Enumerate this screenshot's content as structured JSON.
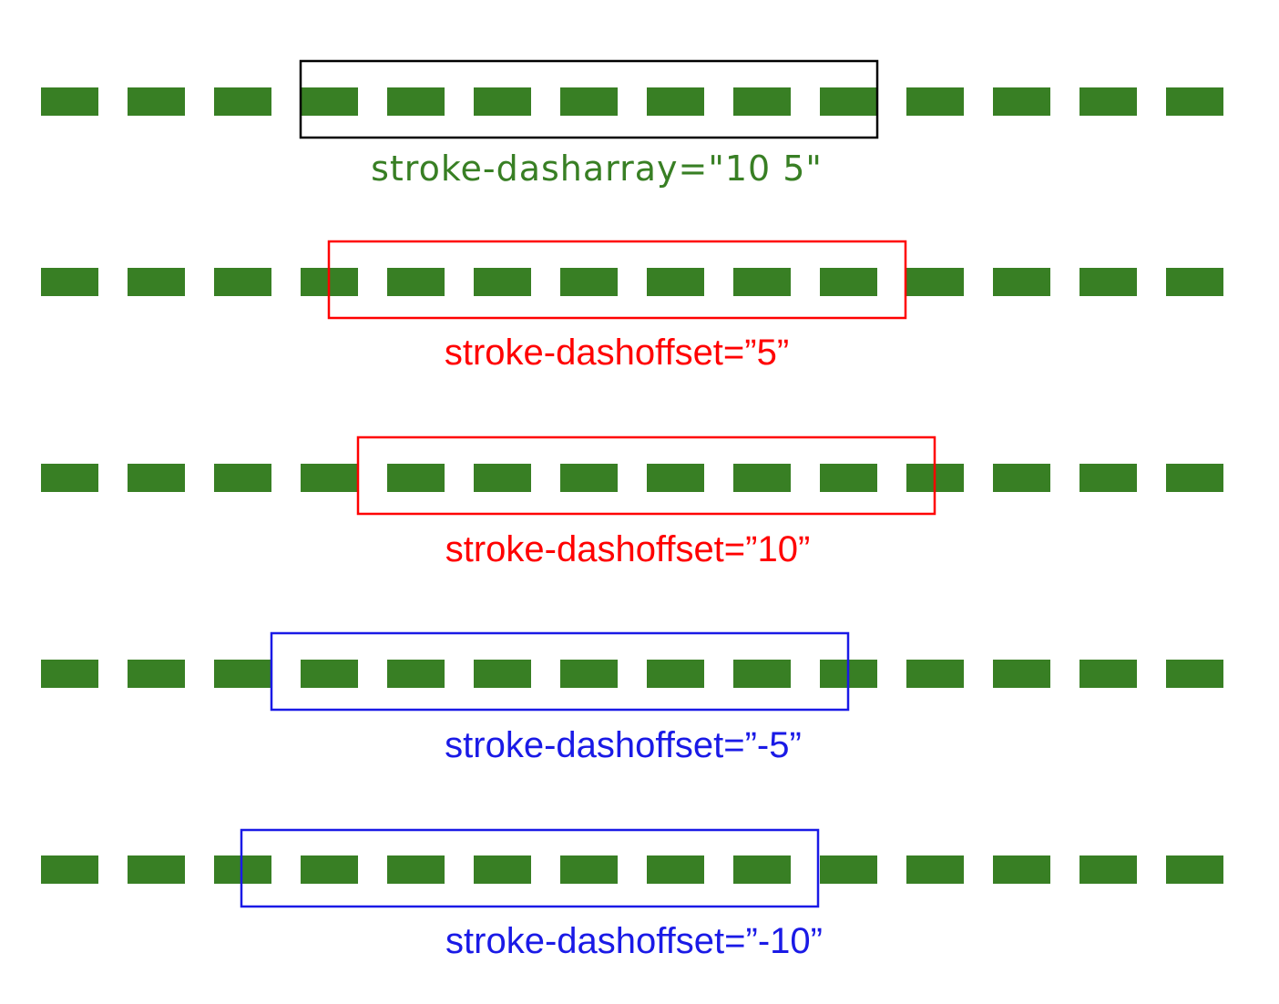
{
  "colors": {
    "dash": "#387f24",
    "base_frame": "#000000",
    "positive_offset": "#ff0000",
    "negative_offset": "#1a1ae6",
    "base_caption": "#387f24"
  },
  "rows": [
    {
      "caption": "stroke-dasharray=\"10 5\"",
      "offset": 0,
      "frame_color": "#000000",
      "caption_color": "#387f24"
    },
    {
      "caption": "stroke-dashoffset=”5”",
      "offset": 5,
      "frame_color": "#ff0000",
      "caption_color": "#ff0000"
    },
    {
      "caption": "stroke-dashoffset=”10”",
      "offset": 10,
      "frame_color": "#ff0000",
      "caption_color": "#ff0000"
    },
    {
      "caption": "stroke-dashoffset=”-5”",
      "offset": -5,
      "frame_color": "#1a1ae6",
      "caption_color": "#1a1ae6"
    },
    {
      "caption": "stroke-dashoffset=”-10”",
      "offset": -10,
      "frame_color": "#1a1ae6",
      "caption_color": "#1a1ae6"
    }
  ]
}
